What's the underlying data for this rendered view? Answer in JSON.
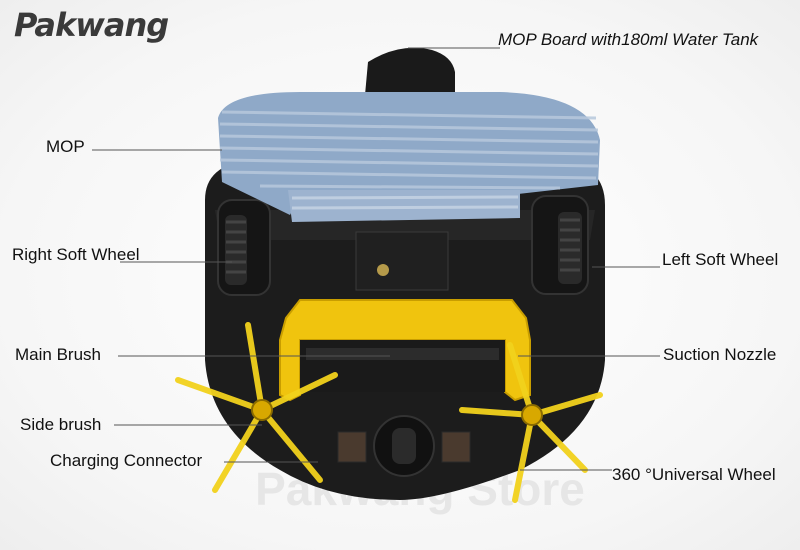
{
  "brand": {
    "logo_text": "Pakwang",
    "watermark": "Pakwang Store"
  },
  "labels": {
    "mop_board": "MOP Board with180ml Water Tank",
    "mop": "MOP",
    "right_soft_wheel": "Right Soft Wheel",
    "left_soft_wheel": "Left Soft Wheel",
    "main_brush": "Main Brush",
    "suction_nozzle": "Suction Nozzle",
    "side_brush": "Side brush",
    "charging_connector": "Charging Connector",
    "universal_wheel": "360 °Universal Wheel"
  },
  "colors": {
    "brush_yellow": "#f2d21c",
    "nozzle_yellow": "#f0c40e",
    "mop_blue": "#8fa9c8",
    "body": "#1c1c1c"
  }
}
